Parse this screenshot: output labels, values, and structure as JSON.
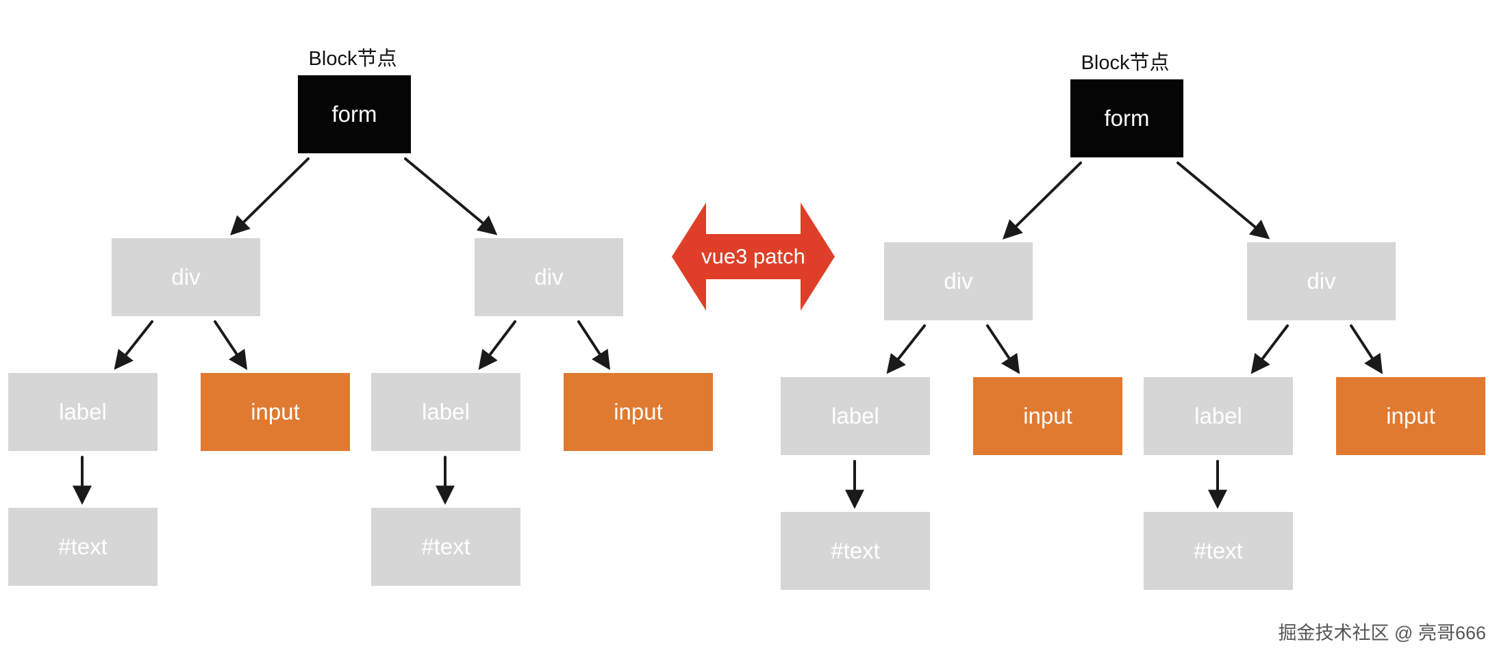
{
  "trees": {
    "left": {
      "caption": "Block节点",
      "root": "form",
      "div_a": "div",
      "div_b": "div",
      "label_a": "label",
      "input_a": "input",
      "label_b": "label",
      "input_b": "input",
      "text_a": "#text",
      "text_b": "#text"
    },
    "right": {
      "caption": "Block节点",
      "root": "form",
      "div_a": "div",
      "div_b": "div",
      "label_a": "label",
      "input_a": "input",
      "label_b": "label",
      "input_b": "input",
      "text_a": "#text",
      "text_b": "#text"
    }
  },
  "middle_arrow": {
    "label": "vue3 patch"
  },
  "watermark": "掘金技术社区 @ 亮哥666",
  "colors": {
    "root": "#050505",
    "plain_node": "#d6d6d6",
    "dynamic_node": "#e07a31",
    "patch_arrow": "#df3f28"
  }
}
